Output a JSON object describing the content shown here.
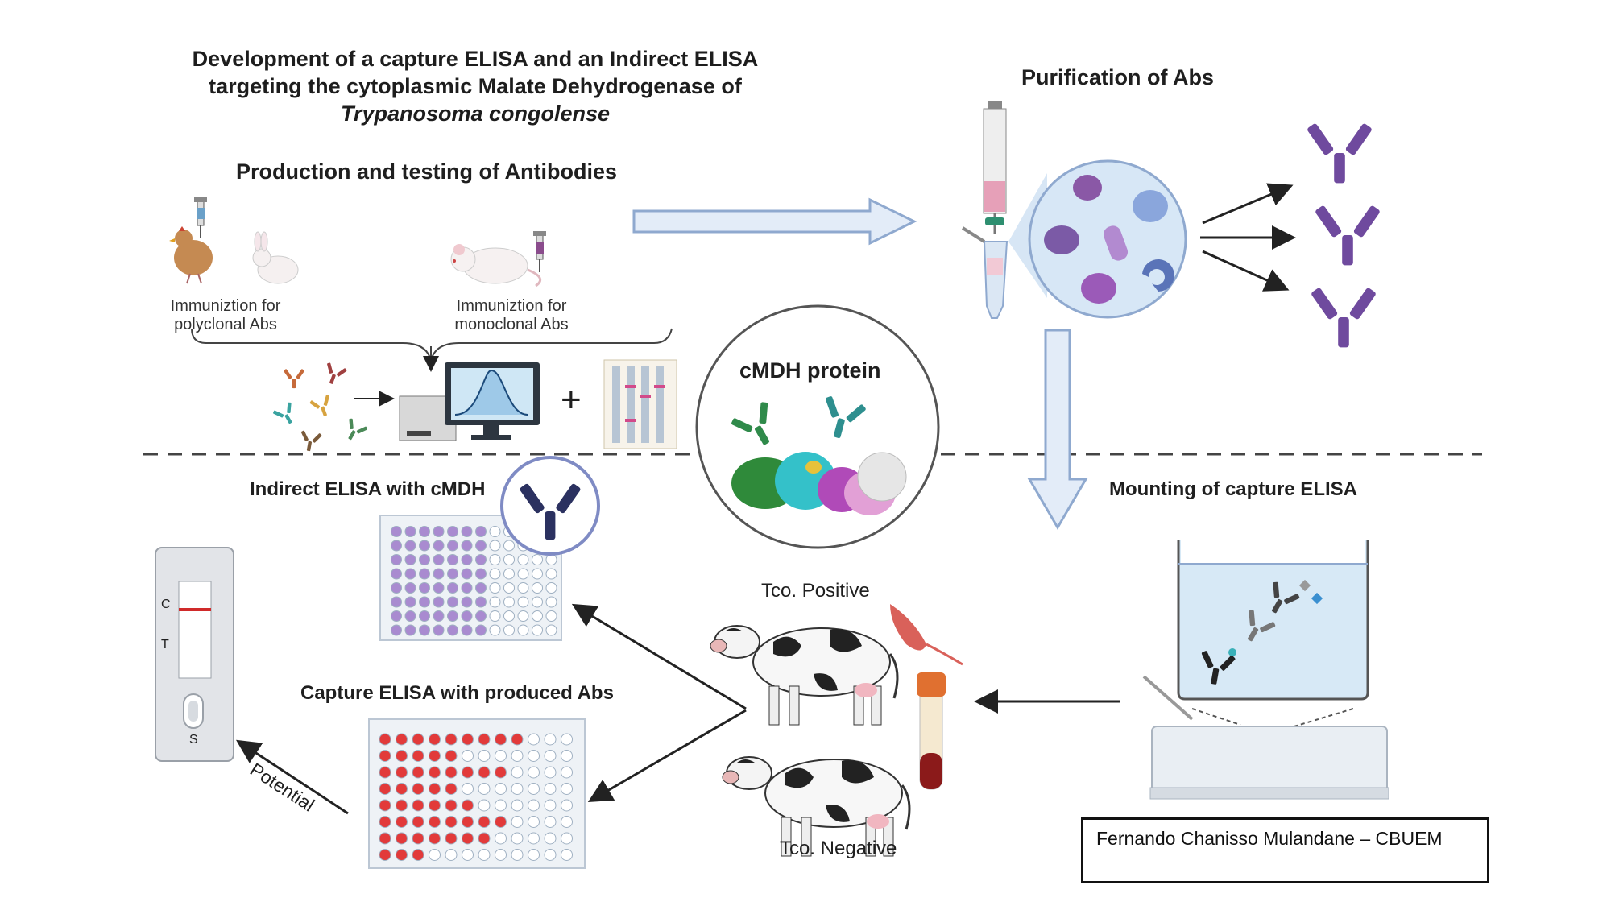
{
  "title": {
    "line1": "Development of a capture ELISA and an Indirect ELISA",
    "line2": "targeting the cytoplasmic Malate Dehydrogenase of",
    "line3": "Trypanosoma congolense"
  },
  "sections": {
    "production": "Production and testing of Antibodies",
    "purification": "Purification of Abs",
    "cmdh": "cMDH protein",
    "indirect": "Indirect ELISA with cMDH",
    "mounting": "Mounting of capture ELISA",
    "capture": "Capture ELISA with produced Abs"
  },
  "labels": {
    "immun_poly_1": "Immuniztion for",
    "immun_poly_2": "polyclonal Abs",
    "immun_mono_1": "Immuniztion for",
    "immun_mono_2": "monoclonal Abs",
    "plus": "+",
    "tco_positive": "Tco. Positive",
    "tco_negative": "Tco. Negative",
    "potential": "Potential",
    "strip_c": "C",
    "strip_t": "T",
    "strip_s": "S"
  },
  "credit": "Fernando Chanisso Mulandane – CBUEM",
  "colors": {
    "arrow_fill": "#e3ecf8",
    "arrow_stroke": "#8fa9cf",
    "antibody_purple": "#6f4a9e",
    "well_purple": "#a98bd0",
    "well_red": "#e23a3a",
    "strip_line": "#d02a2a",
    "dashed_line": "#444444"
  },
  "icons": [
    "syringe-icon",
    "chicken-icon",
    "rabbit-icon",
    "mouse-icon",
    "antibody-icon",
    "spectrophotometer-icon",
    "western-blot-icon",
    "protein-icon",
    "column-icon",
    "cow-icon",
    "trypanosome-icon",
    "blood-tube-icon",
    "well-plate-icon",
    "test-strip-icon"
  ]
}
